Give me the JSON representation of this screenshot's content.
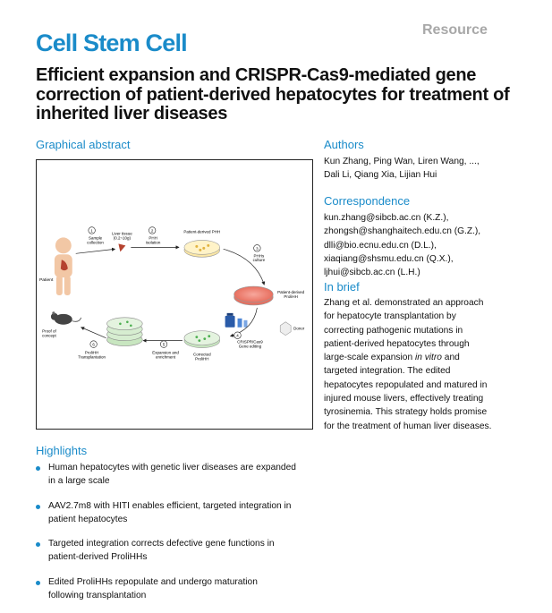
{
  "journal": "Cell Stem Cell",
  "article_type": "Resource",
  "title": "Efficient expansion and CRISPR-Cas9-mediated gene correction of patient-derived hepatocytes for treatment of inherited liver diseases",
  "graphical_abstract": {
    "heading": "Graphical abstract",
    "labels": {
      "patient": "Patient",
      "step1": "1",
      "step1_line1": "Sample",
      "step1_line2": "collection",
      "tissue_line1": "Liver tissue",
      "tissue_line2": "(0.2~10g)",
      "step2": "2",
      "step2_line1": "PHH",
      "step2_line2": "isolation",
      "phh": "Patient-derived PHH",
      "step3": "3",
      "step3_line1": "PHHs",
      "step3_line2": "culture",
      "prolihh_line1": "Patient-derived",
      "prolihh_line2": "ProliHH",
      "donor": "Donor",
      "step4": "4",
      "step4_line1": "CRISPR/Cas9",
      "step4_line2": "Gene editing",
      "corrected_line1": "Corrected",
      "corrected_line2": "ProliHH",
      "step5": "5",
      "step5_line1": "Expansion and",
      "step5_line2": "enrichment",
      "step6": "6",
      "step6_line1": "ProliHH",
      "step6_line2": "Transplantation",
      "proof_line1": "Proof of",
      "proof_line2": "concept"
    }
  },
  "highlights": {
    "heading": "Highlights",
    "items": [
      {
        "line1": "Human hepatocytes with genetic liver diseases are expanded",
        "line2": "in a large scale"
      },
      {
        "line1": "AAV2.7m8 with HITI enables efficient, targeted integration in",
        "line2": "patient hepatocytes"
      },
      {
        "line1": "Targeted integration corrects defective gene functions in",
        "line2": "patient-derived ProliHHs"
      },
      {
        "line1": "Edited ProliHHs repopulate and undergo maturation",
        "line2": "following transplantation"
      }
    ]
  },
  "authors": {
    "heading": "Authors",
    "line1": "Kun Zhang, Ping Wan, Liren Wang, ...,",
    "line2": "Dali Li, Qiang Xia, Lijian Hui"
  },
  "correspondence": {
    "heading": "Correspondence",
    "emails": [
      "kun.zhang@sibcb.ac.cn (K.Z.),",
      "zhongsh@shanghaitech.edu.cn (G.Z.),",
      "dlli@bio.ecnu.edu.cn (D.L.),",
      "xiaqiang@shsmu.edu.cn (Q.X.),",
      "ljhui@sibcb.ac.cn (L.H.)"
    ]
  },
  "in_brief": {
    "heading": "In brief",
    "lines": [
      "Zhang et al. demonstrated an approach",
      "for hepatocyte transplantation by",
      "correcting pathogenic mutations in",
      "patient-derived hepatocytes through",
      "large-scale expansion ",
      "targeted integration. The edited",
      "hepatocytes repopulated and matured in",
      "injured mouse livers, effectively treating",
      "tyrosinemia. This strategy holds promise",
      "for the treatment of human liver diseases."
    ],
    "italic": "in vitro",
    "after_italic": " and"
  },
  "colors": {
    "accent": "#1a8bc9",
    "resource_gray": "#a8a8a8"
  }
}
